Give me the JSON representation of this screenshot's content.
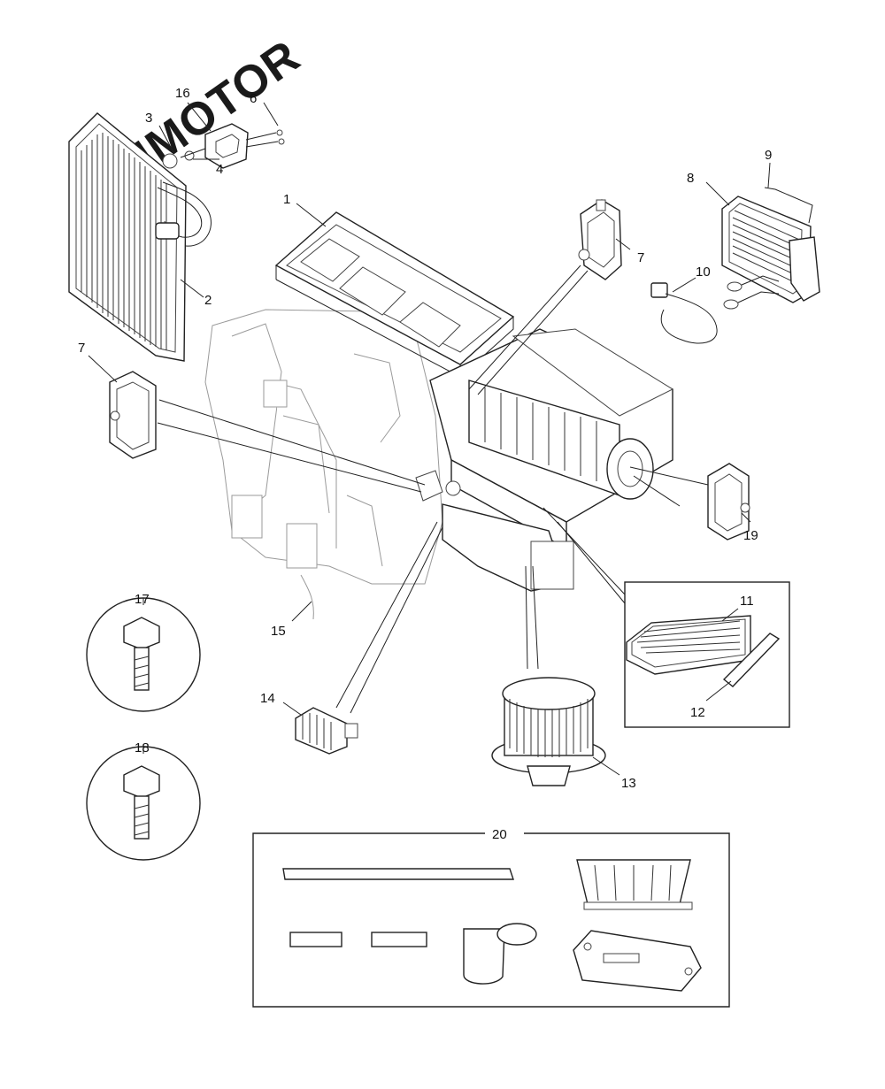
{
  "watermark": "MJMOTOR",
  "callouts": {
    "p1": "1",
    "p2": "2",
    "p3": "3",
    "p4": "4",
    "p6": "6",
    "p7a": "7",
    "p7b": "7",
    "p8": "8",
    "p9": "9",
    "p10": "10",
    "p11": "11",
    "p12": "12",
    "p13": "13",
    "p14": "14",
    "p15": "15",
    "p16": "16",
    "p17": "17",
    "p18": "18",
    "p19": "19",
    "p20": "20"
  }
}
